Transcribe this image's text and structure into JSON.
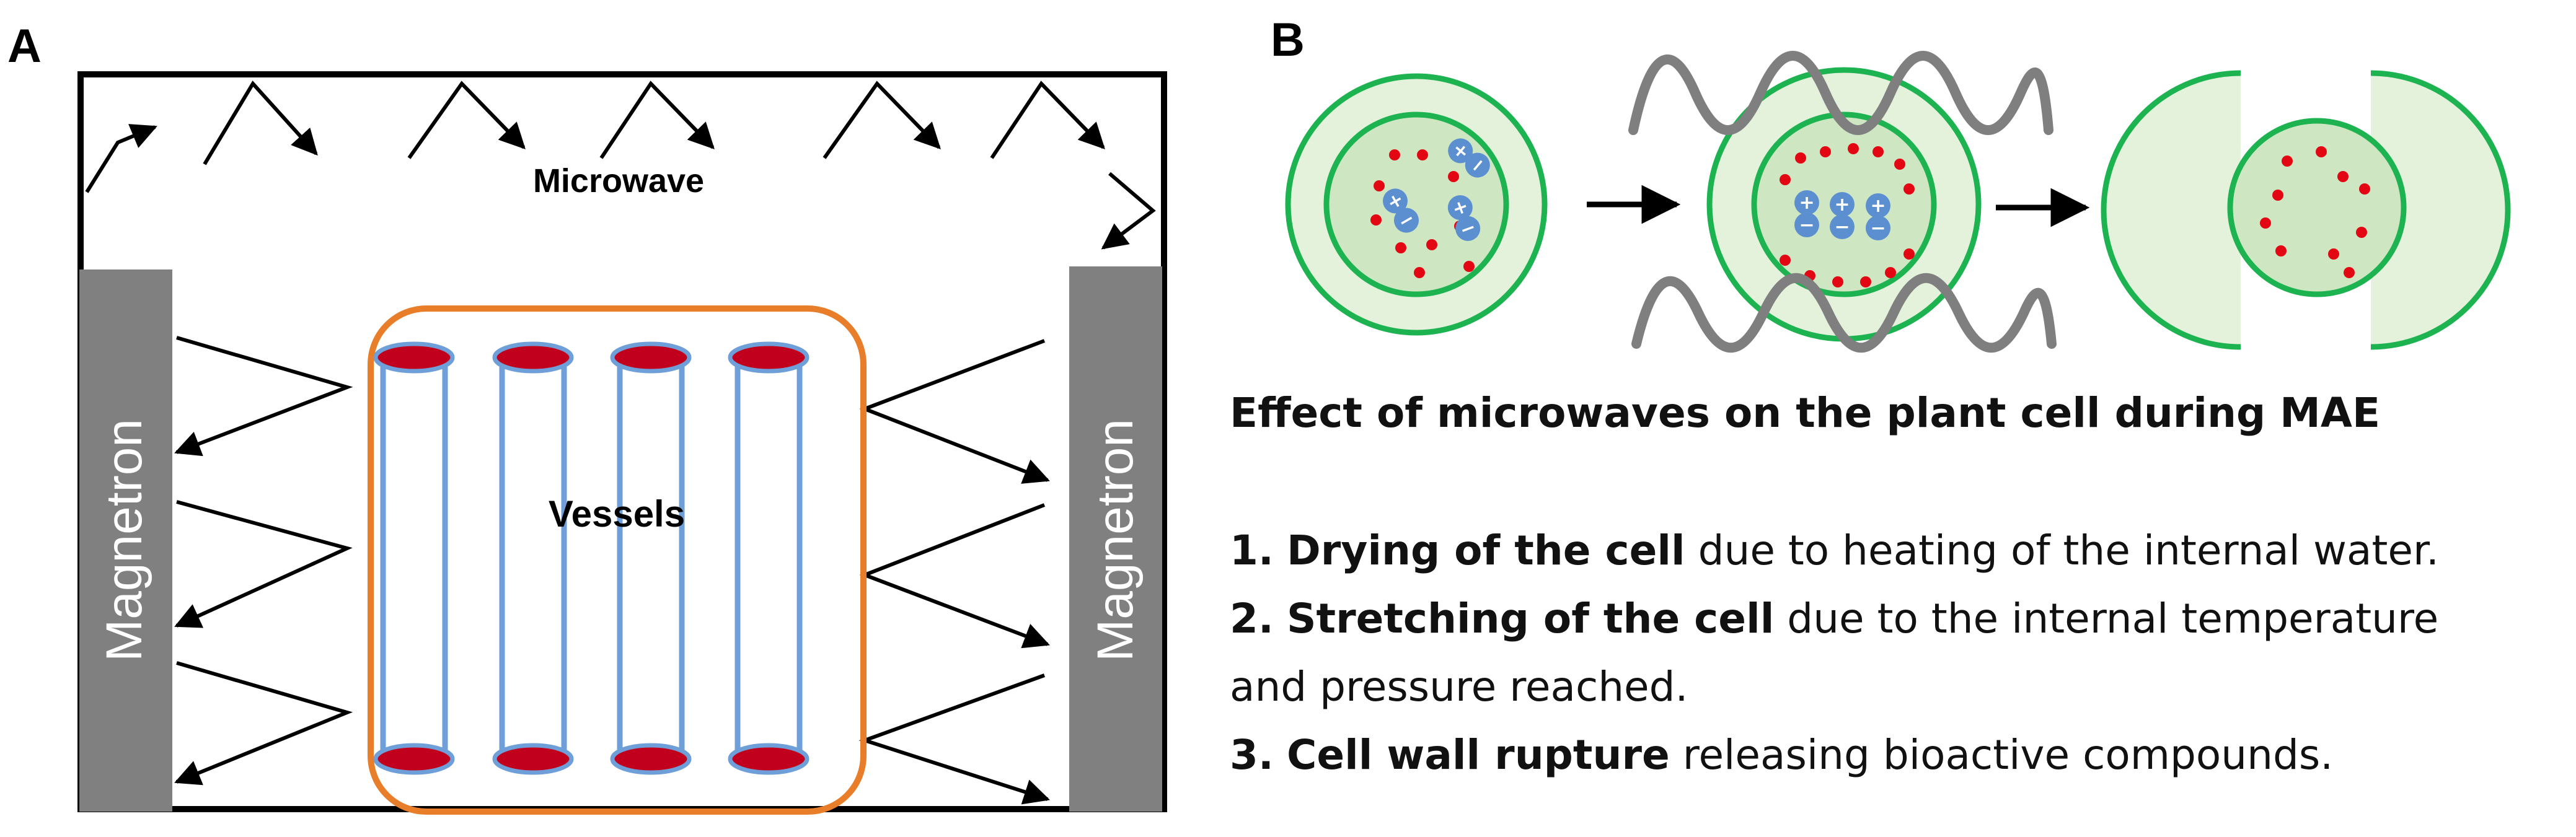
{
  "panel_a": {
    "letter": "A",
    "microwave_label": "Microwave",
    "vessels_label": "Vessels",
    "magnetron_left_label": "Magnetron",
    "magnetron_right_label": "Magnetron"
  },
  "panel_b": {
    "letter": "B",
    "caption": "Effect of microwaves on the plant cell during MAE",
    "steps": [
      {
        "number": "1.",
        "bold": "Drying of the cell",
        "rest": "due to heating of the internal water."
      },
      {
        "number": "2.",
        "bold": "Stretching of the cell",
        "rest": "due to the internal temperature"
      },
      {
        "continuation": "and pressure reached."
      },
      {
        "number": "3.",
        "bold": "Cell wall rupture",
        "rest": "releasing bioactive compounds."
      }
    ],
    "ion_plus": "+",
    "ion_minus": "−"
  },
  "colors": {
    "frame": "#000000",
    "magnetron": "#808080",
    "vessel_tray": "#e87d2a",
    "vessel_wall": "#6f9fd8",
    "vessel_cap": "#c0001d",
    "cell_wall": "#1db350",
    "cell_outer_fill": "#e4f2dc",
    "cell_inner_fill": "#cfe6c3",
    "dot": "#e30613",
    "ion": "#5b8fd0",
    "wave": "#7f7f7f"
  }
}
